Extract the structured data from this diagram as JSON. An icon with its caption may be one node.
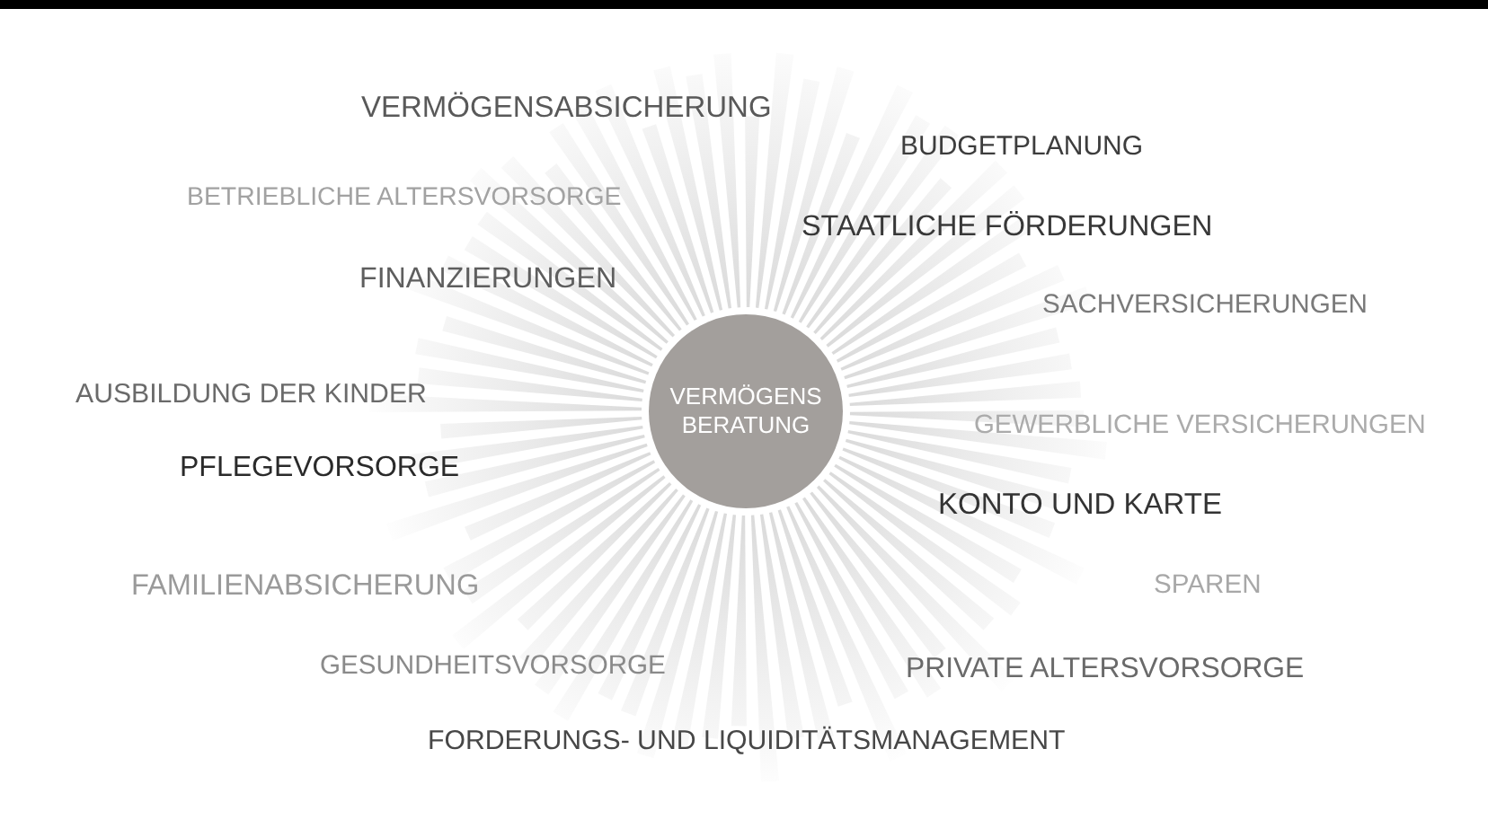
{
  "diagram": {
    "nodes": [
      {
        "text": [
          "VERMÖGENS BERATUNG"
        ]
      }
    ],
    "labels": [
      "VERMÖGENSABSICHERUNG",
      "BUDGETPLANUNG",
      "BETRIEBLICHE ALTERSVORSORGE",
      "STAATLICHE FÖRDERUNGEN",
      "FINANZIERUNGEN",
      "SACHVERSICHERUNGEN",
      "AUSBILDUNG DER KINDER",
      "GEWERBLICHE VERSICHERUNGEN",
      "PFLEGEVORSORGE",
      "KONTO UND KARTE",
      "FAMILIENABSICHERUNG",
      "SPAREN",
      "GESUNDHEITSVORSORGE",
      "PRIVATE ALTERSVORSORGE",
      "FORDERUNGS- UND LIQUIDITÄTSMANAGEMENT"
    ]
  }
}
